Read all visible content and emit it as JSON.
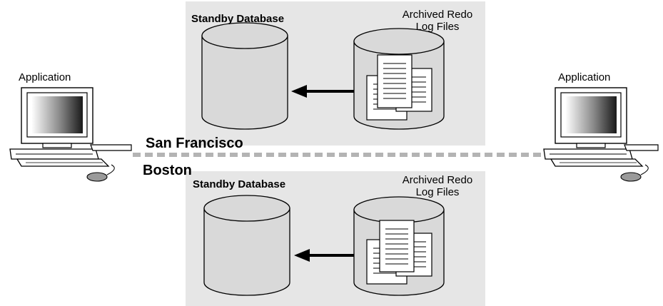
{
  "locations": {
    "upper": "San Francisco",
    "lower": "Boston"
  },
  "sites": [
    {
      "db_label": "Standby Database",
      "logs_label_line1": "Archived Redo",
      "logs_label_line2": "Log Files"
    },
    {
      "db_label": "Standby Database",
      "logs_label_line1": "Archived Redo",
      "logs_label_line2": "Log Files"
    }
  ],
  "applications": [
    {
      "label": "Application"
    },
    {
      "label": "Application"
    }
  ],
  "colors": {
    "panel": "#e6e6e6",
    "cylinder": "#d9d9d9",
    "divider": "#b4b4b4",
    "stroke": "#000000"
  }
}
